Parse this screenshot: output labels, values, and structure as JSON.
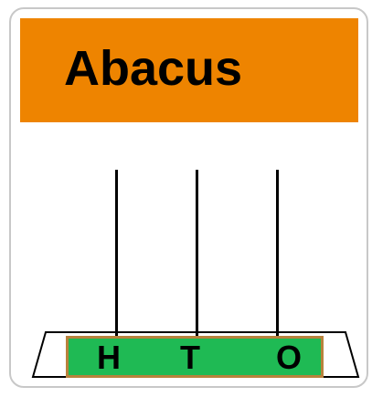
{
  "title": "Abacus",
  "colors": {
    "title_bar": "#ee8400",
    "base_fill": "#1fba54",
    "base_border": "#b8823c",
    "rod": "#000000",
    "frame_border": "#c8c8c8"
  },
  "abacus": {
    "place_labels": [
      "H",
      "T",
      "O"
    ]
  }
}
